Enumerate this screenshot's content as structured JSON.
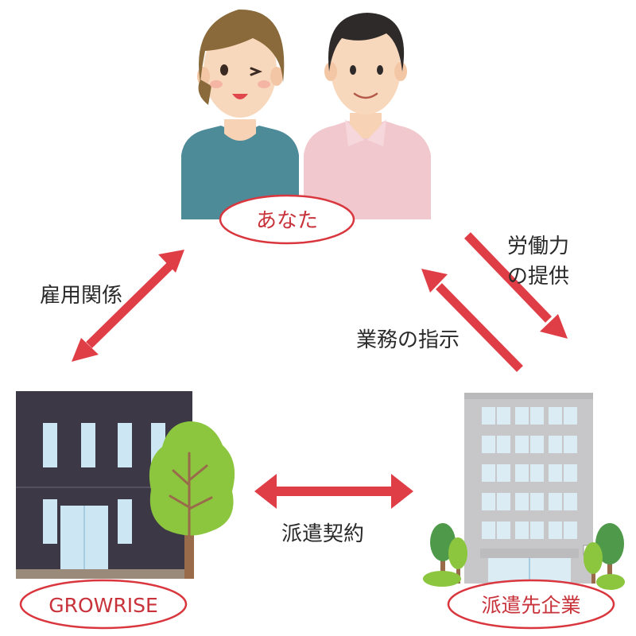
{
  "nodes": {
    "you": "あなた",
    "growrise": "GROWRISE",
    "client": "派遣先企業"
  },
  "relations": {
    "employment": "雇用関係",
    "dispatch_contract": "派遣契約",
    "work_instruction": "業務の指示",
    "labor_provision_line1": "労働力",
    "labor_provision_line2": "の提供"
  },
  "colors": {
    "arrow": "#e03e46",
    "node_border": "#d9363e",
    "node_text": "#c8323a",
    "label_text": "#2a2a2a",
    "office_building": "#3d3846",
    "client_building": "#c7c7c9",
    "tree": "#8cc63f",
    "trunk": "#9a6b4a",
    "woman_shirt": "#4d8b99",
    "man_shirt": "#f0c8cd"
  },
  "icons": {
    "people": "person-pair-icon",
    "office": "office-building-icon",
    "client_building": "tall-building-icon"
  }
}
